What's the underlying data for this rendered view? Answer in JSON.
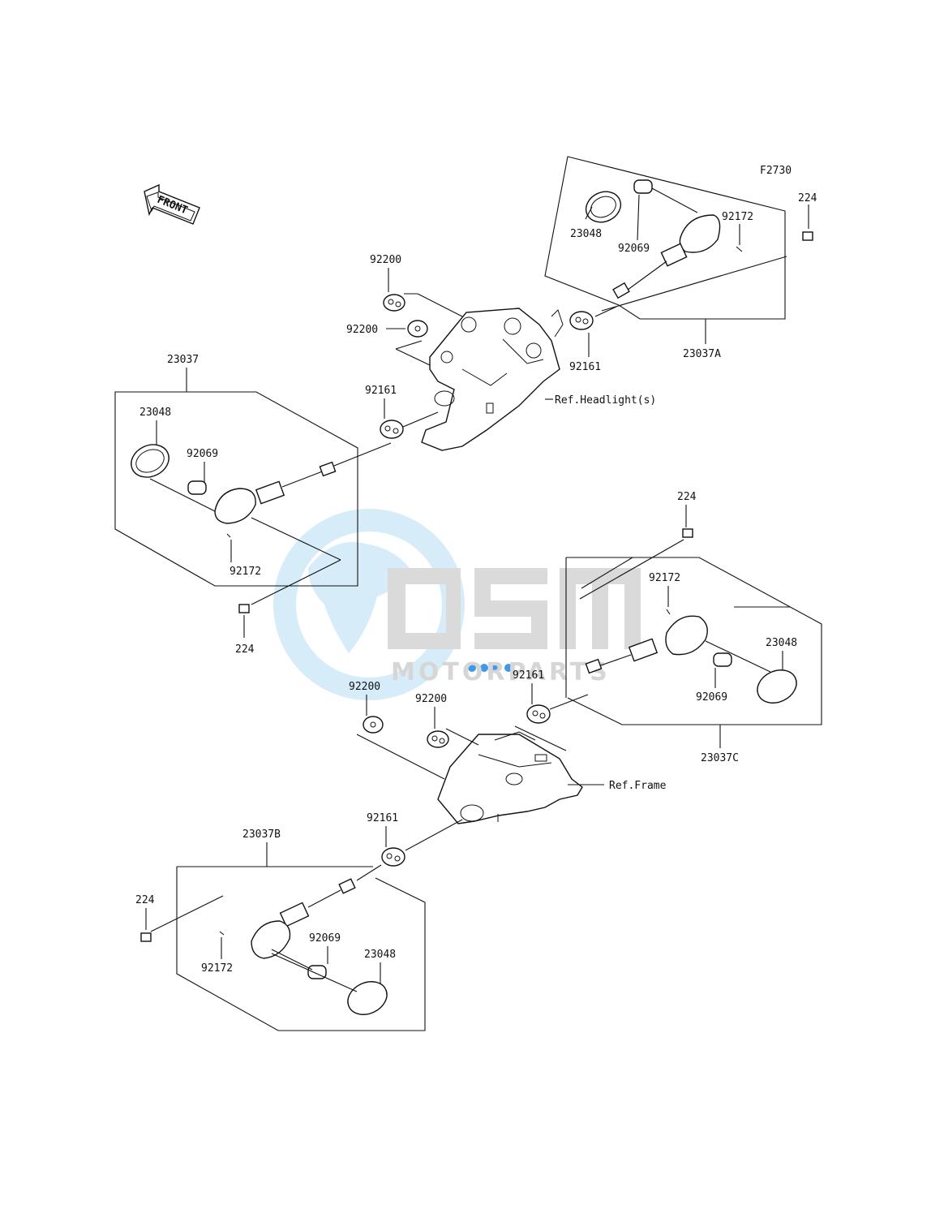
{
  "figure_code": "F2730",
  "front_label": "FRONT",
  "watermark": {
    "brand": "OSM",
    "sub": "MOTORPARTS",
    "colors": {
      "globe": "#bfe2f5",
      "letters": "#d9d9d9",
      "dots": "#1e88e5"
    }
  },
  "references": {
    "headlight": "Ref.Headlight(s)",
    "frame": "Ref.Frame"
  },
  "parts": {
    "fr_right": {
      "assembly": "23037A",
      "lens": "23048",
      "bulb": "92069",
      "screw": "92172",
      "bolt": "224",
      "damper": "92161",
      "grommet_a": "92200",
      "grommet_b": "92200"
    },
    "fr_left": {
      "assembly": "23037",
      "lens": "23048",
      "bulb": "92069",
      "screw": "92172",
      "bolt": "224",
      "damper": "92161"
    },
    "rr_right": {
      "assembly": "23037C",
      "lens": "23048",
      "bulb": "92069",
      "screw": "92172",
      "bolt": "224",
      "damper": "92161",
      "grommet_a": "92200",
      "grommet_b": "92200"
    },
    "rr_left": {
      "assembly": "23037B",
      "lens": "23048",
      "bulb": "92069",
      "screw": "92172",
      "bolt": "224",
      "damper": "92161"
    }
  }
}
